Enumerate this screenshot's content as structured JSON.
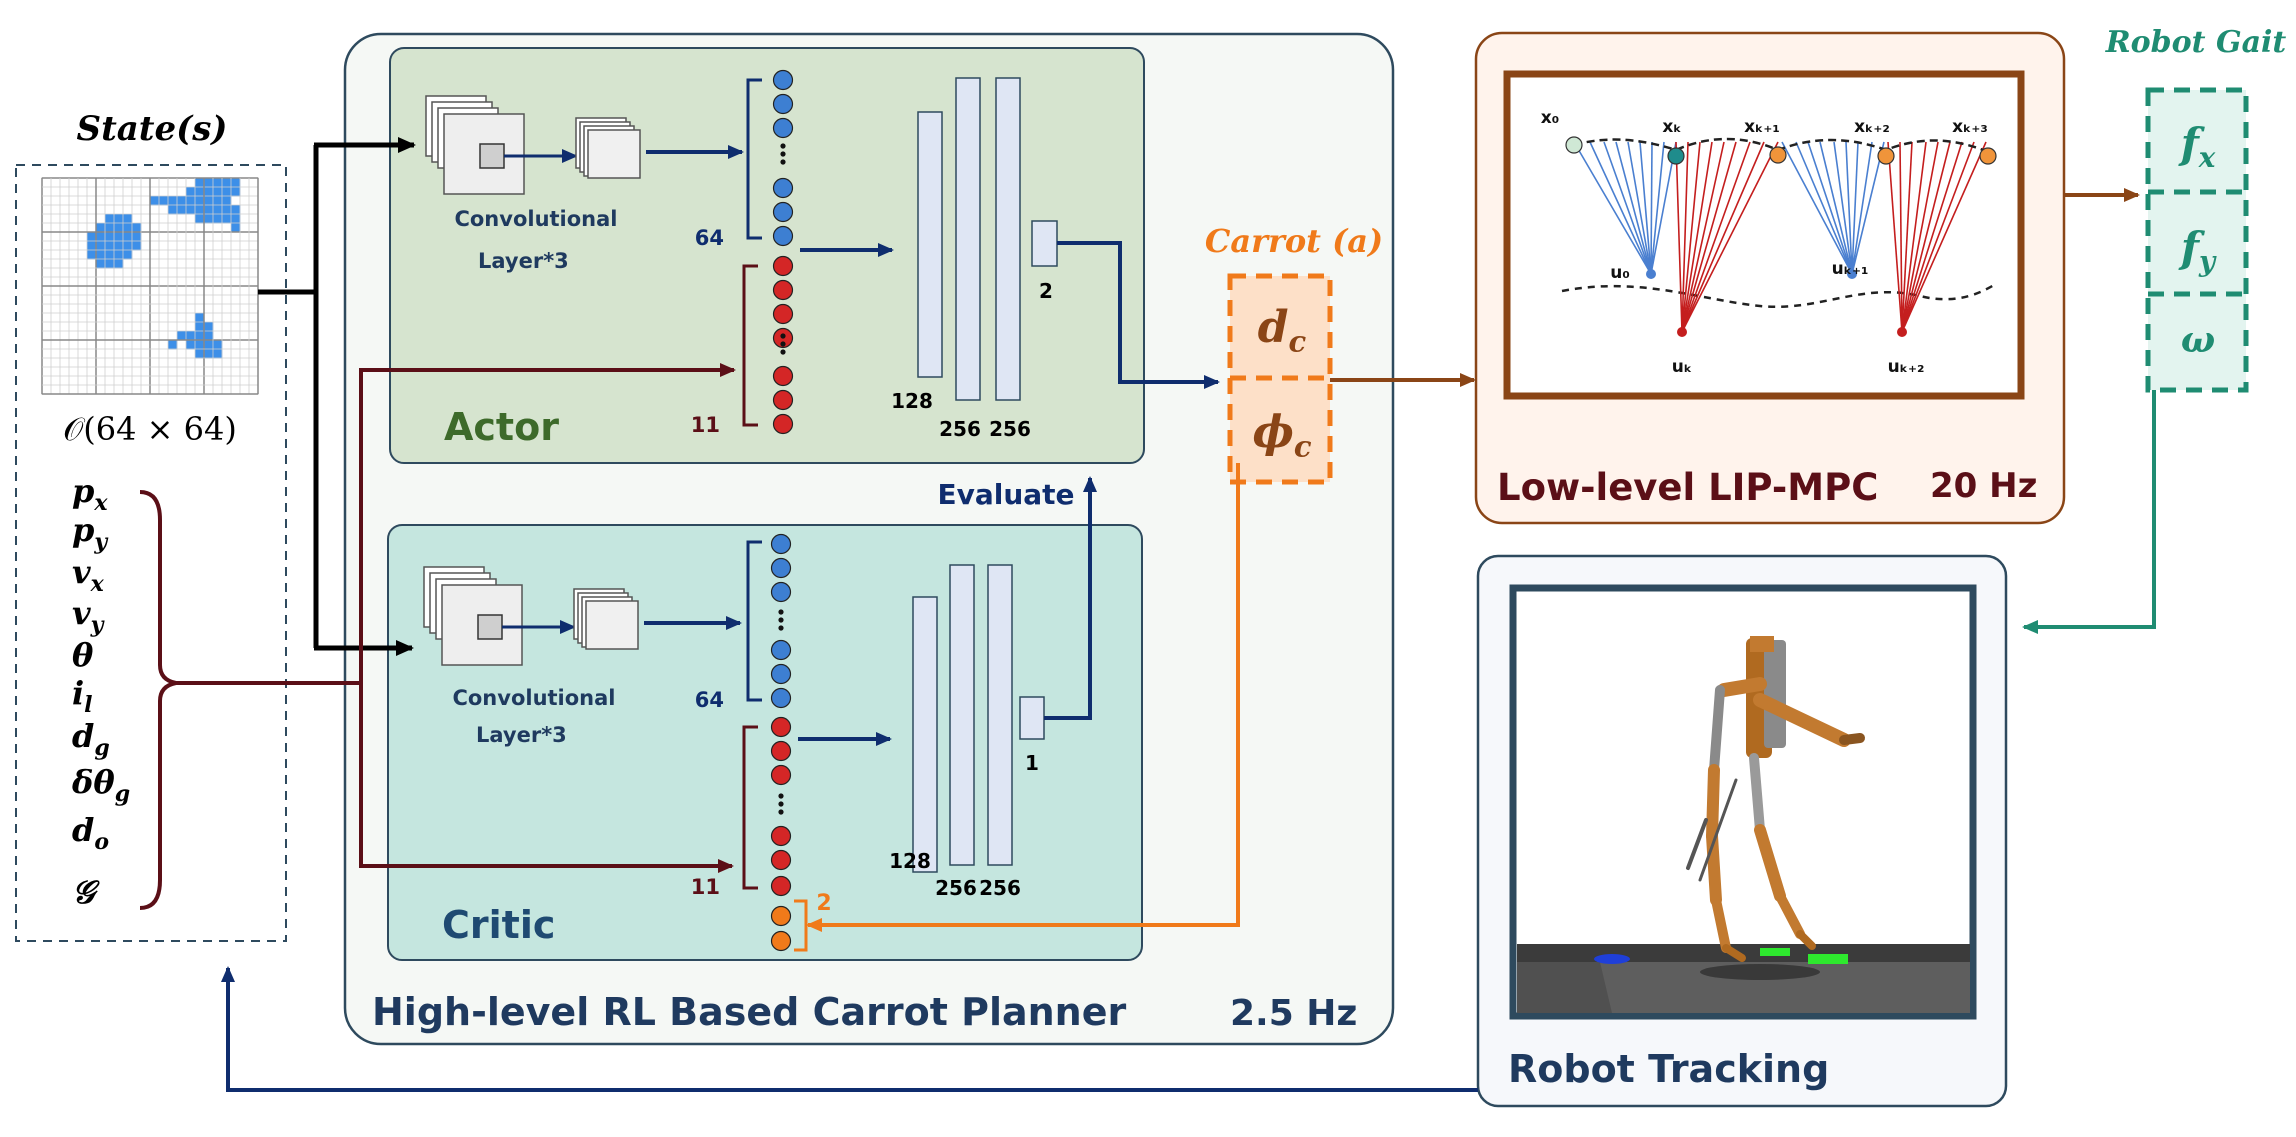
{
  "colors": {
    "planner_fill": "#f5f8f5",
    "planner_stroke": "#2e4a5e",
    "actor_fill": "#d6e4cf",
    "actor_stroke": "#2e4a5e",
    "critic_fill": "#c5e6df",
    "blue_dot": "#3d7fd2",
    "red_dot": "#d42626",
    "orange_dot": "#f07a1a",
    "navy": "#0f2d6e",
    "maroon": "#5b0f17",
    "orange": "#f07a1a",
    "brown": "#8a4516",
    "teal": "#1f8c72",
    "grid_blue": "#3d8fe8",
    "mpc_fill": "#fff3ec",
    "mpc_stroke": "#8a4516",
    "tracking_fill": "#f6f8fb",
    "tracking_stroke": "#2e4a5e",
    "x_blue_line": "#4a7fd0",
    "x_red_line": "#c41e1e",
    "x_orange_node": "#f0943a",
    "x_teal_node": "#1f8c8c"
  },
  "state": {
    "title": "State(s)",
    "occupancy": "𝒪(64 × 64)",
    "vars": [
      "p_x",
      "p_y",
      "v_x",
      "v_y",
      "θ",
      "i_l",
      "d_g",
      "δθ_g",
      "d_o",
      "𝒢"
    ]
  },
  "planner": {
    "title": "High-level RL Based Carrot Planner",
    "rate": "2.5 Hz",
    "actor": {
      "label": "Actor",
      "conv_label_1": "Convolutional",
      "conv_label_2": "Layer*3",
      "n_blue": "64",
      "n_red": "11",
      "layer_1": "128",
      "layer_2": "256",
      "layer_3": "256",
      "out": "2"
    },
    "critic": {
      "label": "Critic",
      "conv_label_1": "Convolutional",
      "conv_label_2": "Layer*3",
      "n_blue": "64",
      "n_red": "11",
      "n_orange": "2",
      "layer_1": "128",
      "layer_2": "256",
      "layer_3": "256",
      "out": "1"
    },
    "evaluate": "Evaluate"
  },
  "carrot": {
    "title": "Carrot (a)",
    "dc": "d_c",
    "phic": "ϕ_c"
  },
  "mpc": {
    "title": "Low-level LIP-MPC",
    "rate": "20 Hz",
    "labels": {
      "x0": "x₀",
      "xk": "xₖ",
      "xk1": "xₖ₊₁",
      "xk2": "xₖ₊₂",
      "xk3": "xₖ₊₃",
      "u0": "u₀",
      "uk": "uₖ",
      "uk1": "uₖ₊₁",
      "uk2": "uₖ₊₂"
    }
  },
  "gait": {
    "title": "Robot Gait",
    "fx": "f_x",
    "fy": "f_y",
    "omega": "ω"
  },
  "tracking": {
    "title": "Robot Tracking"
  }
}
